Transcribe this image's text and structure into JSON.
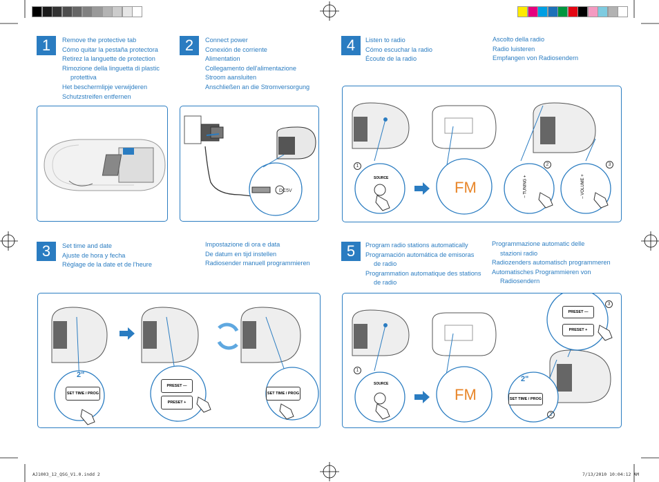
{
  "colors": {
    "accent": "#2a7cc1",
    "fm": "#e8862a"
  },
  "color_bar_left": [
    "#000000",
    "#1a1a1a",
    "#333333",
    "#4d4d4d",
    "#666666",
    "#808080",
    "#999999",
    "#b3b3b3",
    "#cccccc",
    "#e6e6e6",
    "#ffffff"
  ],
  "color_bar_right": [
    "#ffeb00",
    "#e6007e",
    "#009fe3",
    "#1d71b8",
    "#00963f",
    "#e30613",
    "#000000",
    "#f49ac1",
    "#7ecbe0",
    "#b2b2b2",
    "#ffffff"
  ],
  "steps": {
    "s1": {
      "num": "1",
      "lines": [
        "Remove the protective tab",
        "Cómo quitar la pestaña protectora",
        "Retirez la languette de protection",
        "Rimozione della linguetta di plastic",
        "protettiva",
        "Het beschermlipje verwijderen",
        "Schutzstreifen entfernen"
      ]
    },
    "s2": {
      "num": "2",
      "lines": [
        "Connect power",
        "Conexión de corriente",
        "Alimentation",
        "Collegamento dell'alimentazione",
        "Stroom aansluiten",
        "Anschließen an die Stromversorgung"
      ],
      "dc_label": "DC5V"
    },
    "s3": {
      "num": "3",
      "lines_a": [
        "Set time and date",
        "Ajuste de hora y fecha",
        "Réglage de la date et de l'heure"
      ],
      "lines_b": [
        "Impostazione di ora e data",
        "De datum en tijd instellen",
        "Radiosender manuell programmieren"
      ]
    },
    "s4": {
      "num": "4",
      "lines_a": [
        "Listen to radio",
        "Cómo escuchar la radio",
        "Écoute de la radio"
      ],
      "lines_b": [
        "Ascolto della radio",
        "Radio luisteren",
        "Empfangen von Radiosendern"
      ]
    },
    "s5": {
      "num": "5",
      "lines_a": [
        "Program radio stations automatically",
        "Programación automática de emisoras",
        "de radio",
        "Programmation automatique des stations",
        "de radio"
      ],
      "lines_b": [
        "Programmazione automatic delle",
        "stazioni radio",
        "Radiozenders automatisch programmeren",
        "Automatisches Programmieren von",
        "Radiosendern"
      ]
    }
  },
  "labels": {
    "source": "SOURCE",
    "fm": "FM",
    "tuning": "– TUNING +",
    "volume": "– VOLUME +",
    "preset_minus": "PRESET —",
    "preset_plus": "PRESET +",
    "set_time": "SET TIME / PROG",
    "two_sec": "2\"",
    "n1": "1",
    "n2": "2",
    "n3": "3"
  },
  "footer": {
    "file": "AJ1003_12_QSG_V1.0.indd   2",
    "date": "7/13/2010   10:04:12 AM"
  }
}
